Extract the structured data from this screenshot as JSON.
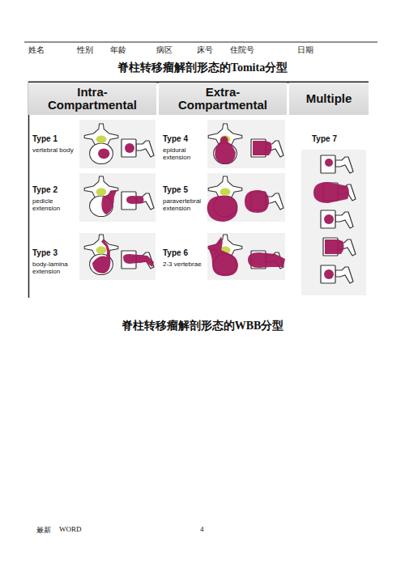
{
  "diagram": {
    "title": "脊柱转移瘤解剖形态的Tomita分型",
    "nodes": [
      {
        "text": [
          "Intra- Compartmental"
        ]
      },
      {
        "text": [
          "Type 1",
          "vertebral body"
        ],
        "in": 0
      },
      {
        "text": [
          "Type 2",
          "pedicle extension"
        ],
        "in": 0
      },
      {
        "text": [
          "Type 3",
          "body-lamina extension"
        ],
        "in": 0
      },
      {
        "text": [
          "Extra- Compartmental"
        ]
      },
      {
        "text": [
          "Type 4",
          "epidural extension"
        ],
        "in": 4
      },
      {
        "text": [
          "Type 5",
          "paravertebral extension"
        ],
        "in": 4
      },
      {
        "text": [
          "Type 6",
          "2-3 vertebrae"
        ],
        "in": 4
      },
      {
        "text": [
          "Multiple"
        ]
      },
      {
        "text": [
          "Type 7"
        ],
        "in": 8
      }
    ],
    "labels": [
      "姓名",
      "性别",
      "年龄",
      "病区",
      "床号",
      "住院号",
      "日期",
      "脊柱转移瘤解剖形态的WBB分型",
      "最新",
      "WORD",
      "4"
    ]
  }
}
